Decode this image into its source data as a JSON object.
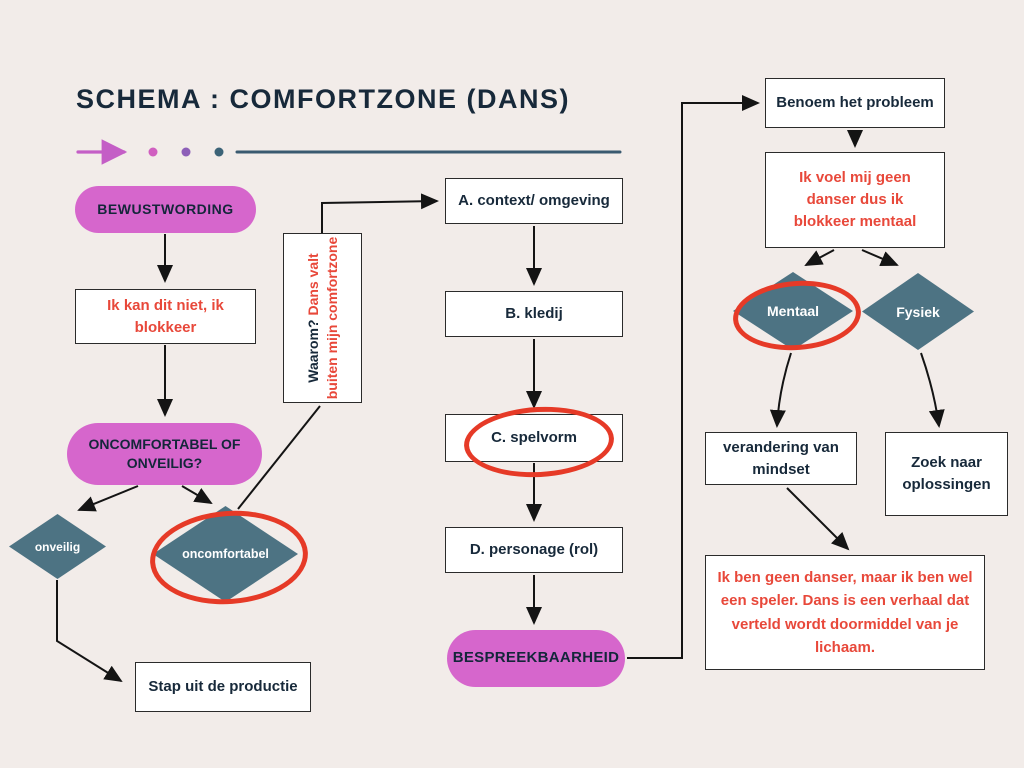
{
  "title": "SCHEMA : COMFORTZONE (DANS)",
  "colors": {
    "background": "#f2ece9",
    "magenta_pill": "#d666cc",
    "teal_diamond": "#4d7383",
    "red_accent": "#e8483a",
    "dark_text": "#17293a",
    "decorative_line": "#3a5a70",
    "decorative_arrow_pink": "#c45ec6",
    "decorative_dot_purple": "#8d5fb8"
  },
  "decoration": {
    "arrow_icon": "right-arrow",
    "dots": [
      "pink-dot",
      "purple-dot",
      "teal-dot"
    ]
  },
  "left_flow": {
    "bewustwording": "BEWUSTWORDING",
    "blokkeer": "Ik kan dit niet, ik blokkeer",
    "oncomfortabel_vraag": "ONCOMFORTABEL OF ONVEILIG?",
    "onveilig": "onveilig",
    "oncomfortabel": "oncomfortabel",
    "stap_uit": "Stap uit de productie",
    "waarom_black": "Waarom?",
    "waarom_red": "Dans valt buiten mijn comfortzone"
  },
  "middle_flow": {
    "a": "A. context/ omgeving",
    "b": "B. kledij",
    "c": "C. spelvorm",
    "d": "D. personage (rol)",
    "bespreekbaarheid": "BESPREEKBAARHEID"
  },
  "right_flow": {
    "benoem": "Benoem het probleem",
    "ik_voel": "Ik voel mij geen danser dus ik blokkeer mentaal",
    "mentaal": "Mentaal",
    "fysiek": "Fysiek",
    "verandering": "verandering van mindset",
    "zoek": "Zoek naar oplossingen",
    "ik_ben": "Ik ben geen danser, maar ik ben wel een speler. Dans is een verhaal dat verteld wordt doormiddel van je lichaam."
  }
}
